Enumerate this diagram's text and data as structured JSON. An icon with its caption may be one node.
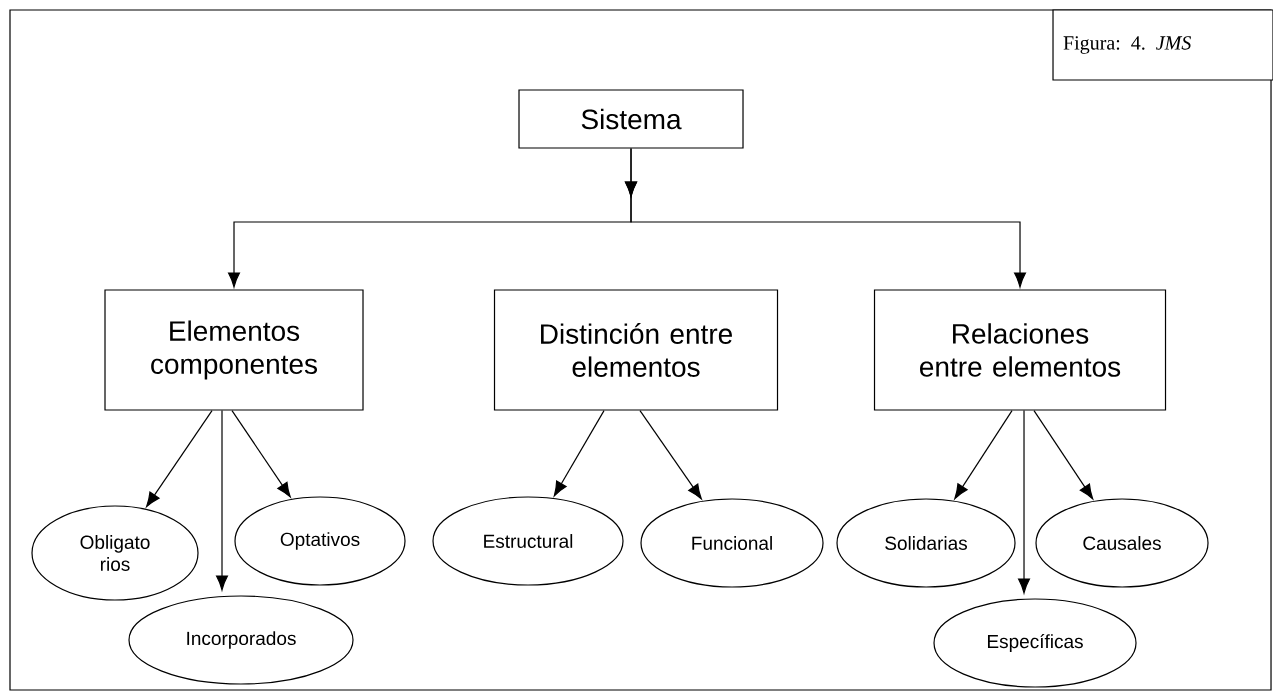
{
  "diagram": {
    "nodes": [
      {
        "text": [
          "Figura: 4. *JMS*"
        ]
      },
      {
        "text": [
          "Sistema"
        ]
      },
      {
        "text": [
          "Elementos componentes"
        ]
      },
      {
        "text": [
          "Distinción entre elementos"
        ]
      },
      {
        "text": [
          "Relaciones entre elementos"
        ]
      },
      {
        "text": [
          "Obligato rios"
        ]
      },
      {
        "text": [
          "Incorporados"
        ]
      },
      {
        "text": [
          "Optativos"
        ]
      },
      {
        "text": [
          "Estructural"
        ]
      },
      {
        "text": [
          "Funcional"
        ]
      },
      {
        "text": [
          "Solidarias"
        ]
      },
      {
        "text": [
          "Específicas"
        ]
      },
      {
        "text": [
          "Causales"
        ]
      }
    ],
    "edges": [
      {
        "from": 1,
        "to": 2,
        "arrow": "to"
      },
      {
        "from": 1,
        "to": 4,
        "arrow": "to"
      },
      {
        "from": 2,
        "to": 5,
        "arrow": "to"
      },
      {
        "from": 2,
        "to": 6,
        "arrow": "to"
      },
      {
        "from": 2,
        "to": 7,
        "arrow": "to"
      },
      {
        "from": 3,
        "to": 8,
        "arrow": "to"
      },
      {
        "from": 3,
        "to": 9,
        "arrow": "to"
      },
      {
        "from": 4,
        "to": 10,
        "arrow": "to"
      },
      {
        "from": 4,
        "to": 11,
        "arrow": "to"
      },
      {
        "from": 4,
        "to": 12,
        "arrow": "to"
      }
    ]
  }
}
